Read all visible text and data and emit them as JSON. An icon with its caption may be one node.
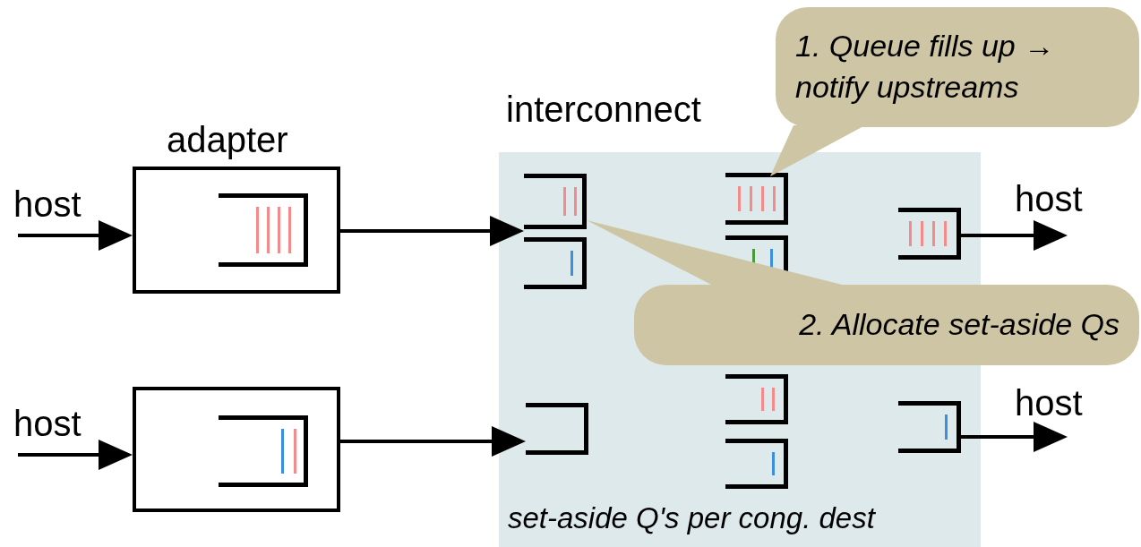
{
  "diagram": {
    "nodes": [
      {
        "text": [
          "adapter"
        ]
      },
      {
        "text": [],
        "shape": "box"
      },
      {
        "text": [
          "interconnect",
          "set-aside Q's per cong. dest"
        ]
      },
      {
        "text": [],
        "shape": "queue",
        "in": 0
      },
      {
        "text": [],
        "shape": "queue",
        "in": 1
      },
      {
        "text": [],
        "shape": "queue",
        "in": 2
      },
      {
        "text": [],
        "shape": "queue",
        "in": 2
      },
      {
        "text": [],
        "shape": "queue",
        "in": 2
      },
      {
        "text": [],
        "shape": "queue",
        "in": 2
      },
      {
        "text": [],
        "shape": "queue",
        "in": 2
      },
      {
        "text": [],
        "shape": "queue",
        "in": 2
      },
      {
        "text": [],
        "shape": "queue",
        "in": 2
      },
      {
        "text": [],
        "shape": "queue",
        "in": 2
      },
      {
        "text": [],
        "shape": "queue",
        "in": 2
      },
      {
        "text": [
          "1. Queue fills up → notify upstreams"
        ]
      },
      {
        "text": [
          "2. Allocate set-aside Qs"
        ]
      }
    ],
    "edges": [
      {
        "from": null,
        "to": 0,
        "arrow": "to",
        "label": "host"
      },
      {
        "from": 0,
        "to": 5,
        "arrow": "to"
      },
      {
        "from": null,
        "to": 1,
        "arrow": "to",
        "label": "host"
      },
      {
        "from": 1,
        "to": 10,
        "arrow": "to"
      },
      {
        "from": 9,
        "to": null,
        "arrow": "to",
        "label": "host"
      },
      {
        "from": 13,
        "to": null,
        "arrow": "to",
        "label": "host"
      },
      {
        "from": 14,
        "to": 7,
        "arrow": "none"
      },
      {
        "from": 15,
        "to": 5,
        "arrow": "none"
      }
    ]
  }
}
